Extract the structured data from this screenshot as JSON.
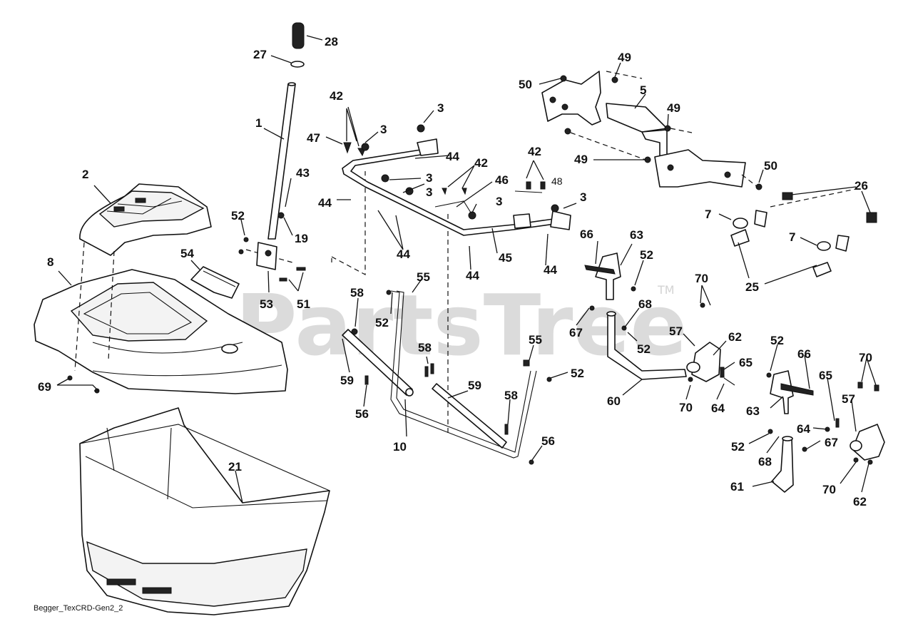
{
  "watermark": {
    "text": "PartsTree",
    "trademark": "TM"
  },
  "footer": {
    "drawing_id": "Begger_TexCRD-Gen2_2"
  },
  "callouts": [
    {
      "id": "c1",
      "label": "1"
    },
    {
      "id": "c2",
      "label": "2"
    },
    {
      "id": "c3a",
      "label": "3"
    },
    {
      "id": "c3b",
      "label": "3"
    },
    {
      "id": "c3c",
      "label": "3"
    },
    {
      "id": "c3d",
      "label": "3"
    },
    {
      "id": "c3e",
      "label": "3"
    },
    {
      "id": "c3f",
      "label": "3"
    },
    {
      "id": "c5",
      "label": "5"
    },
    {
      "id": "c7a",
      "label": "7"
    },
    {
      "id": "c7b",
      "label": "7"
    },
    {
      "id": "c8",
      "label": "8"
    },
    {
      "id": "c10",
      "label": "10"
    },
    {
      "id": "c19",
      "label": "19"
    },
    {
      "id": "c21",
      "label": "21"
    },
    {
      "id": "c25",
      "label": "25"
    },
    {
      "id": "c26",
      "label": "26"
    },
    {
      "id": "c27",
      "label": "27"
    },
    {
      "id": "c28",
      "label": "28"
    },
    {
      "id": "c42a",
      "label": "42"
    },
    {
      "id": "c42b",
      "label": "42"
    },
    {
      "id": "c42c",
      "label": "42"
    },
    {
      "id": "c43",
      "label": "43"
    },
    {
      "id": "c44a",
      "label": "44"
    },
    {
      "id": "c44b",
      "label": "44"
    },
    {
      "id": "c44c",
      "label": "44"
    },
    {
      "id": "c44d",
      "label": "44"
    },
    {
      "id": "c44e",
      "label": "44"
    },
    {
      "id": "c45",
      "label": "45"
    },
    {
      "id": "c46",
      "label": "46"
    },
    {
      "id": "c47",
      "label": "47"
    },
    {
      "id": "c48",
      "label": "48"
    },
    {
      "id": "c49a",
      "label": "49"
    },
    {
      "id": "c49b",
      "label": "49"
    },
    {
      "id": "c49c",
      "label": "49"
    },
    {
      "id": "c50a",
      "label": "50"
    },
    {
      "id": "c50b",
      "label": "50"
    },
    {
      "id": "c51",
      "label": "51"
    },
    {
      "id": "c52a",
      "label": "52"
    },
    {
      "id": "c52b",
      "label": "52"
    },
    {
      "id": "c52c",
      "label": "52"
    },
    {
      "id": "c52d",
      "label": "52"
    },
    {
      "id": "c52e",
      "label": "52"
    },
    {
      "id": "c52f",
      "label": "52"
    },
    {
      "id": "c52g",
      "label": "52"
    },
    {
      "id": "c53",
      "label": "53"
    },
    {
      "id": "c54",
      "label": "54"
    },
    {
      "id": "c55a",
      "label": "55"
    },
    {
      "id": "c55b",
      "label": "55"
    },
    {
      "id": "c56a",
      "label": "56"
    },
    {
      "id": "c56b",
      "label": "56"
    },
    {
      "id": "c57a",
      "label": "57"
    },
    {
      "id": "c57b",
      "label": "57"
    },
    {
      "id": "c58a",
      "label": "58"
    },
    {
      "id": "c58b",
      "label": "58"
    },
    {
      "id": "c58c",
      "label": "58"
    },
    {
      "id": "c59a",
      "label": "59"
    },
    {
      "id": "c59b",
      "label": "59"
    },
    {
      "id": "c60",
      "label": "60"
    },
    {
      "id": "c61",
      "label": "61"
    },
    {
      "id": "c62a",
      "label": "62"
    },
    {
      "id": "c62b",
      "label": "62"
    },
    {
      "id": "c63a",
      "label": "63"
    },
    {
      "id": "c63b",
      "label": "63"
    },
    {
      "id": "c64a",
      "label": "64"
    },
    {
      "id": "c64b",
      "label": "64"
    },
    {
      "id": "c65a",
      "label": "65"
    },
    {
      "id": "c65b",
      "label": "65"
    },
    {
      "id": "c66a",
      "label": "66"
    },
    {
      "id": "c66b",
      "label": "66"
    },
    {
      "id": "c67a",
      "label": "67"
    },
    {
      "id": "c67b",
      "label": "67"
    },
    {
      "id": "c68a",
      "label": "68"
    },
    {
      "id": "c68b",
      "label": "68"
    },
    {
      "id": "c69",
      "label": "69"
    },
    {
      "id": "c70a",
      "label": "70"
    },
    {
      "id": "c70b",
      "label": "70"
    },
    {
      "id": "c70c",
      "label": "70"
    },
    {
      "id": "c70d",
      "label": "70"
    }
  ]
}
